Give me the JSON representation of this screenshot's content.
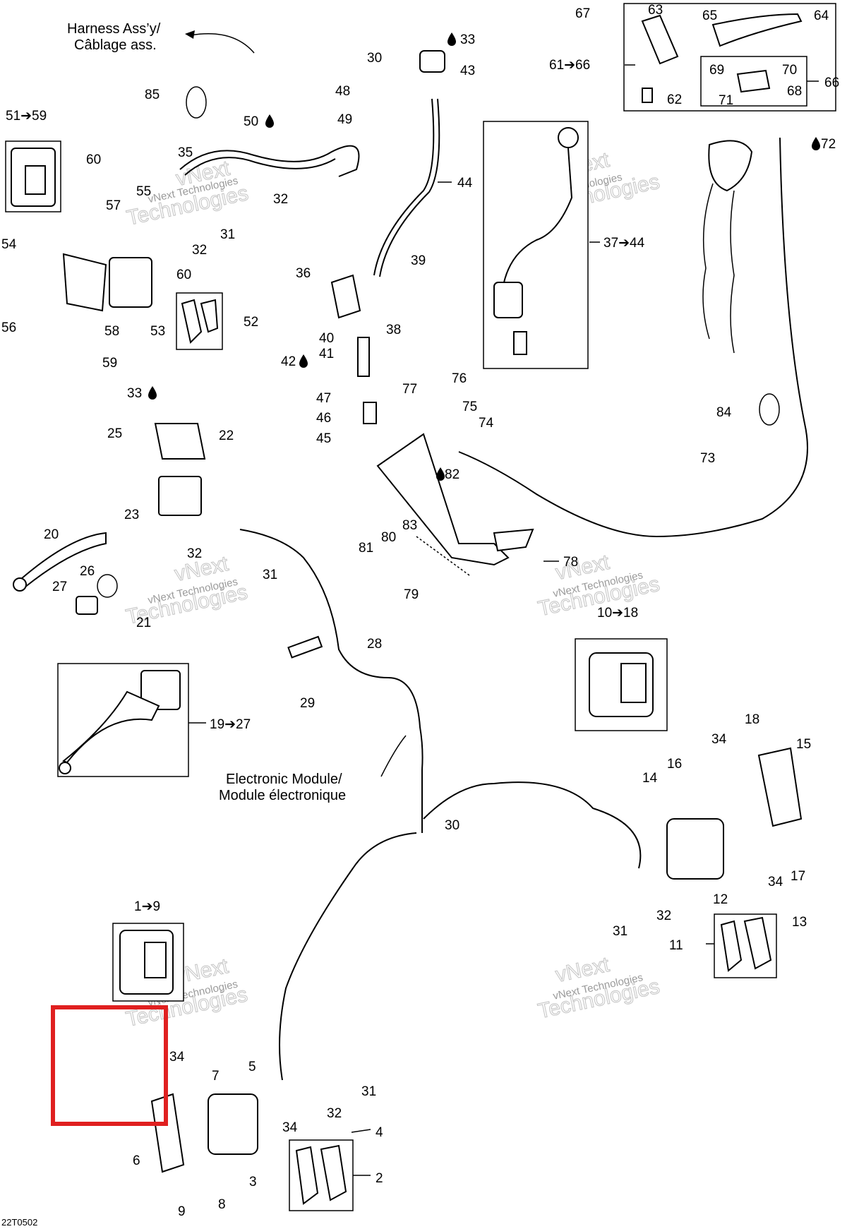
{
  "captions": {
    "harness": [
      "Harness Ass’y/",
      "Câblage ass."
    ],
    "module": [
      "Electronic Module/",
      "Module électronique"
    ]
  },
  "watermark": {
    "line1": "vNext",
    "line2": "Technologies",
    "small": "vNext Technologies"
  },
  "diagram_code": "22T0502",
  "highlight_color": "#e02020",
  "callouts": {
    "p1_9": "1➔9",
    "p2": "2",
    "p3": "3",
    "p4": "4",
    "p5": "5",
    "p6": "6",
    "p7": "7",
    "p8": "8",
    "p9": "9",
    "p10_18": "10➔18",
    "p11": "11",
    "p12": "12",
    "p13": "13",
    "p14": "14",
    "p15": "15",
    "p16": "16",
    "p17": "17",
    "p18": "18",
    "p19_27": "19➔27",
    "p20": "20",
    "p21": "21",
    "p22": "22",
    "p23": "23",
    "p25": "25",
    "p26": "26",
    "p27": "27",
    "p28": "28",
    "p29": "29",
    "p30a": "30",
    "p30b": "30",
    "p31a": "31",
    "p31b": "31",
    "p31c": "31",
    "p31d": "31",
    "p32a": "32",
    "p32b": "32",
    "p32c": "32",
    "p32d": "32",
    "p32e": "32",
    "p33a": "33",
    "p33b": "33",
    "p34a": "34",
    "p34b": "34",
    "p34c": "34",
    "p34d": "34",
    "p35": "35",
    "p36": "36",
    "p37_44": "37➔44",
    "p38": "38",
    "p39": "39",
    "p40": "40",
    "p41": "41",
    "p42": "42",
    "p43": "43",
    "p44": "44",
    "p45": "45",
    "p46": "46",
    "p47": "47",
    "p48": "48",
    "p49": "49",
    "p50": "50",
    "p51_59": "51➔59",
    "p52": "52",
    "p53": "53",
    "p54": "54",
    "p55": "55",
    "p56": "56",
    "p57": "57",
    "p58": "58",
    "p59": "59",
    "p60a": "60",
    "p60b": "60",
    "p61_66": "61➔66",
    "p62": "62",
    "p63": "63",
    "p64": "64",
    "p65": "65",
    "p66": "66",
    "p67": "67",
    "p68": "68",
    "p69": "69",
    "p70": "70",
    "p71": "71",
    "p72": "72",
    "p73": "73",
    "p74": "74",
    "p75": "75",
    "p76": "76",
    "p77": "77",
    "p78": "78",
    "p79": "79",
    "p80": "80",
    "p81": "81",
    "p82": "82",
    "p83": "83",
    "p84": "84",
    "p85": "85"
  }
}
